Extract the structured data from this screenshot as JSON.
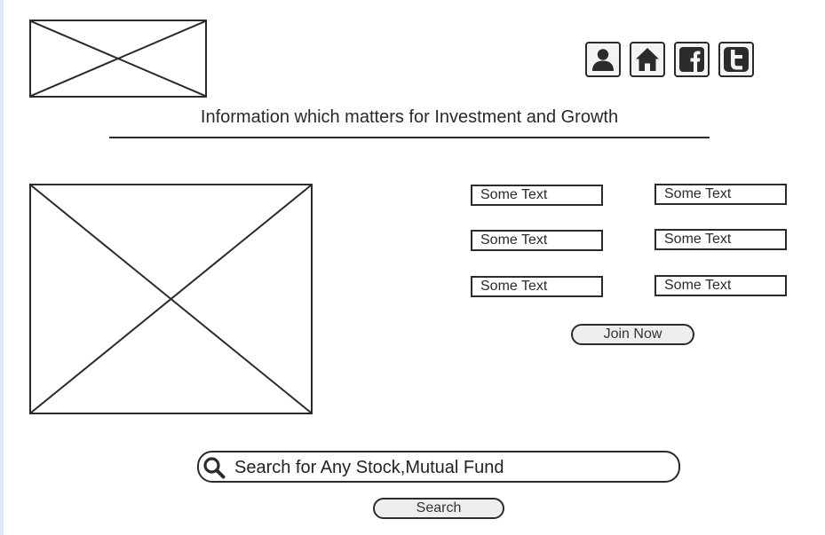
{
  "header": {
    "logo_placeholder": "image-placeholder",
    "icons": [
      {
        "name": "user-icon"
      },
      {
        "name": "home-icon"
      },
      {
        "name": "facebook-icon"
      },
      {
        "name": "twitter-icon"
      }
    ],
    "tagline": "Information which matters for Investment and Growth"
  },
  "main": {
    "hero_placeholder": "image-placeholder",
    "fields": [
      "Some Text",
      "Some Text",
      "Some Text",
      "Some Text",
      "Some Text",
      "Some Text"
    ],
    "join_label": "Join Now"
  },
  "search": {
    "text": "Search for Any Stock,Mutual Fund",
    "button_label": "Search"
  },
  "colors": {
    "stroke": "#2b2b2b",
    "button_fill": "#eeeeee",
    "background": "#ffffff"
  }
}
